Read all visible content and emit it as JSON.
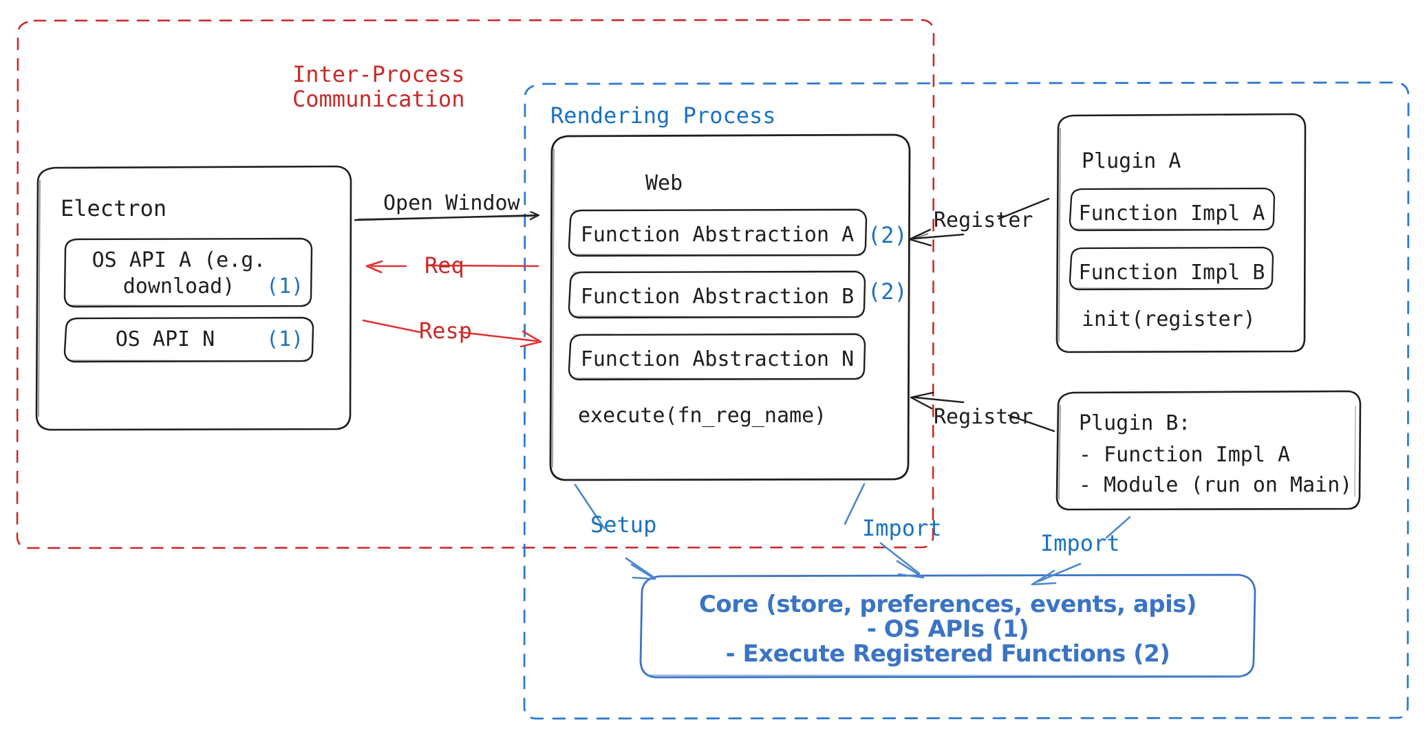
{
  "diagram": {
    "title": "Electron plugin architecture",
    "colors": {
      "ink": "#1e1e1e",
      "red": "#c92a2a",
      "blue": "#1971c2",
      "core_blue": "#3b74c4",
      "background": "#ffffff"
    }
  },
  "groups": {
    "ipc": {
      "label_line1": "Inter-Process",
      "label_line2": "Communication",
      "color": "#c92a2a",
      "border": "dashed"
    },
    "rendering": {
      "label": "Rendering Process",
      "color": "#1971c2",
      "border": "dashed"
    }
  },
  "electron": {
    "title": "Electron",
    "apis": [
      {
        "line1": "OS API A (e.g.",
        "line2": "download)",
        "marker": "(1)"
      },
      {
        "line1": "OS API N",
        "line2": "",
        "marker": "(1)"
      }
    ]
  },
  "web": {
    "title": "Web",
    "abstractions": [
      {
        "label": "Function Abstraction A",
        "marker": "(2)"
      },
      {
        "label": "Function Abstraction B",
        "marker": "(2)"
      },
      {
        "label": "Function Abstraction N",
        "marker": ""
      }
    ],
    "execute": "execute(fn_reg_name)"
  },
  "plugin_a": {
    "title": "Plugin A",
    "functions": [
      "Function Impl A",
      "Function Impl B"
    ],
    "init": "init(register)"
  },
  "plugin_b": {
    "title": "Plugin B:",
    "items": [
      "- Function Impl A",
      "- Module (run on Main)"
    ]
  },
  "core": {
    "line1": "Core (store, preferences, events, apis)",
    "line2": "- OS APIs (1)",
    "line3": "- Execute Registered Functions (2)"
  },
  "arrows": {
    "open_window": "Open Window",
    "req": "Req",
    "resp": "Resp",
    "register_a": "Register",
    "register_b": "Register",
    "setup": "Setup",
    "import_web": "Import",
    "import_plugin": "Import"
  }
}
